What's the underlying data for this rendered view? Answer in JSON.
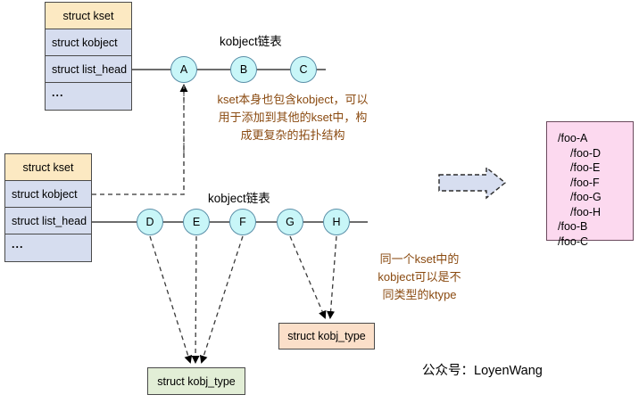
{
  "diagram": {
    "title_watermark": "公众号：LoyenWang",
    "kset_top": {
      "rows": [
        "struct kset",
        "struct kobject",
        "struct list_head",
        "..."
      ]
    },
    "kset_bottom": {
      "rows": [
        "struct kset",
        "struct kobject",
        "struct list_head",
        "..."
      ]
    },
    "chain_top": {
      "caption": "kobject链表",
      "nodes": [
        "A",
        "B",
        "C"
      ]
    },
    "chain_bottom": {
      "caption": "kobject链表",
      "nodes": [
        "D",
        "E",
        "F",
        "G",
        "H"
      ]
    },
    "annotation_top": {
      "lines": [
        "kset本身也包含kobject，可以",
        "用于添加到其他的kset中，构",
        "成更复杂的拓扑结构"
      ]
    },
    "annotation_bottom": {
      "lines": [
        "同一个kset中的",
        "kobject可以是不",
        "同类型的ktype"
      ]
    },
    "ktype_green": {
      "label": "struct kobj_type"
    },
    "ktype_peach": {
      "label": "struct kobj_type"
    },
    "sysfs_panel": {
      "entries": [
        {
          "text": "/foo-A",
          "indent": false
        },
        {
          "text": "/foo-D",
          "indent": true
        },
        {
          "text": "/foo-E",
          "indent": true
        },
        {
          "text": "/foo-F",
          "indent": true
        },
        {
          "text": "/foo-G",
          "indent": true
        },
        {
          "text": "/foo-H",
          "indent": true
        },
        {
          "text": "/foo-B",
          "indent": false
        },
        {
          "text": "/foo-C",
          "indent": false
        }
      ]
    },
    "colors": {
      "kset_header": "#fce9c2",
      "kset_row": "#d6ddef",
      "node_fill": "#c8f6f8",
      "ktype_green": "#e2eed6",
      "ktype_peach": "#fbdfc9",
      "sysfs_bg": "#fcd9ef",
      "annotation_text": "#8a4a10",
      "arrow_fill": "#d7def0"
    }
  }
}
